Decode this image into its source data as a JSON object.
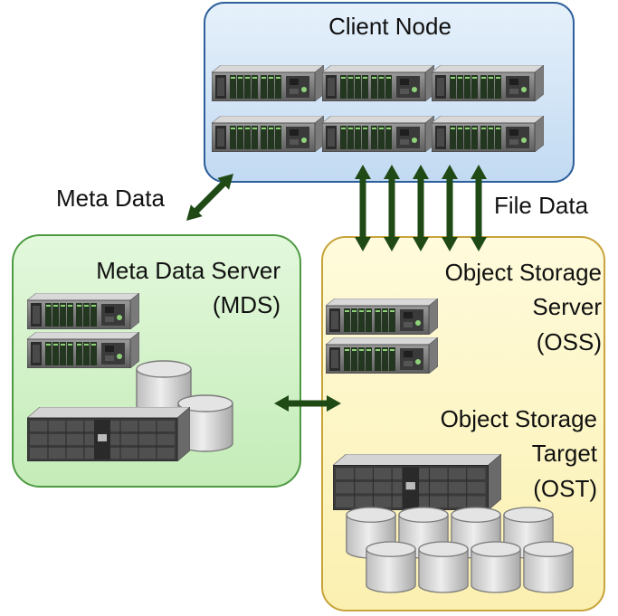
{
  "labels": {
    "client_node": "Client  Node",
    "meta_data": "Meta Data",
    "file_data": "File Data",
    "mds_line1": "Meta Data Server",
    "mds_line2": "(MDS)",
    "oss_line1": "Object Storage",
    "oss_line2": "Server",
    "oss_line3": "(OSS)",
    "ost_line1": "Object Storage",
    "ost_line2": "Target",
    "ost_line3": "(OST)"
  },
  "colors": {
    "client_fill": "#cfe3f6",
    "client_stroke": "#2e5f9b",
    "mds_fill": "#d2f3c8",
    "mds_stroke": "#4e9a43",
    "oss_fill": "#fdf6c4",
    "oss_stroke": "#c8a43c",
    "arrow": "#1f4a16"
  },
  "icons": {
    "rack_server": "rack-server-icon",
    "storage_array": "storage-array-icon",
    "disk": "disk-cylinder-icon",
    "arrow": "double-headed-arrow-icon"
  }
}
